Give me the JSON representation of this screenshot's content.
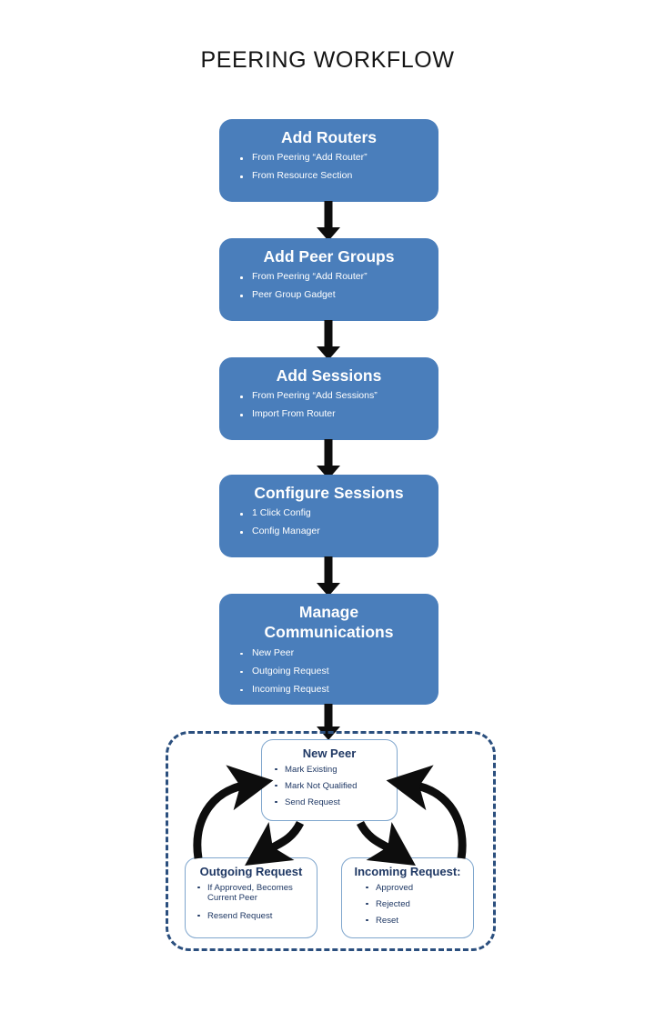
{
  "title": "PEERING WORKFLOW",
  "stages": [
    {
      "name": "add-routers",
      "title": "Add Routers",
      "items": [
        "From  Peering “Add Router”",
        "From Resource Section"
      ]
    },
    {
      "name": "add-peer-groups",
      "title": "Add Peer Groups",
      "items": [
        "From  Peering “Add Router”",
        "Peer Group Gadget"
      ]
    },
    {
      "name": "add-sessions",
      "title": "Add Sessions",
      "items": [
        "From  Peering “Add Sessions”",
        "Import  From Router"
      ]
    },
    {
      "name": "configure-sessions",
      "title": "Configure Sessions",
      "items": [
        "1 Click Config",
        "Config Manager"
      ]
    },
    {
      "name": "manage-communications",
      "title": "Manage\nCommunications",
      "title_line1": "Manage",
      "title_line2": "Communications",
      "items": [
        "New Peer",
        "Outgoing Request",
        "Incoming Request"
      ]
    }
  ],
  "group": {
    "name": "manage-communications-detail",
    "boxes": [
      {
        "name": "new-peer",
        "title": "New Peer",
        "items": [
          "Mark Existing",
          "Mark Not Qualified",
          "Send Request"
        ]
      },
      {
        "name": "outgoing-request",
        "title": "Outgoing Request",
        "items": [
          "If Approved, Becomes Current Peer",
          "Resend Request"
        ]
      },
      {
        "name": "incoming-request",
        "title": "Incoming Request:",
        "items": [
          "Approved",
          "Rejected",
          "Reset"
        ]
      }
    ]
  },
  "colors": {
    "stage_fill": "#4a7ebb",
    "stage_text": "#ffffff",
    "subbox_border": "#7fa6cd",
    "subbox_text": "#1f3864",
    "dashed_border": "#2b4f7e",
    "arrow": "#0d0d0d",
    "title_text": "#141414",
    "background": "#ffffff"
  }
}
